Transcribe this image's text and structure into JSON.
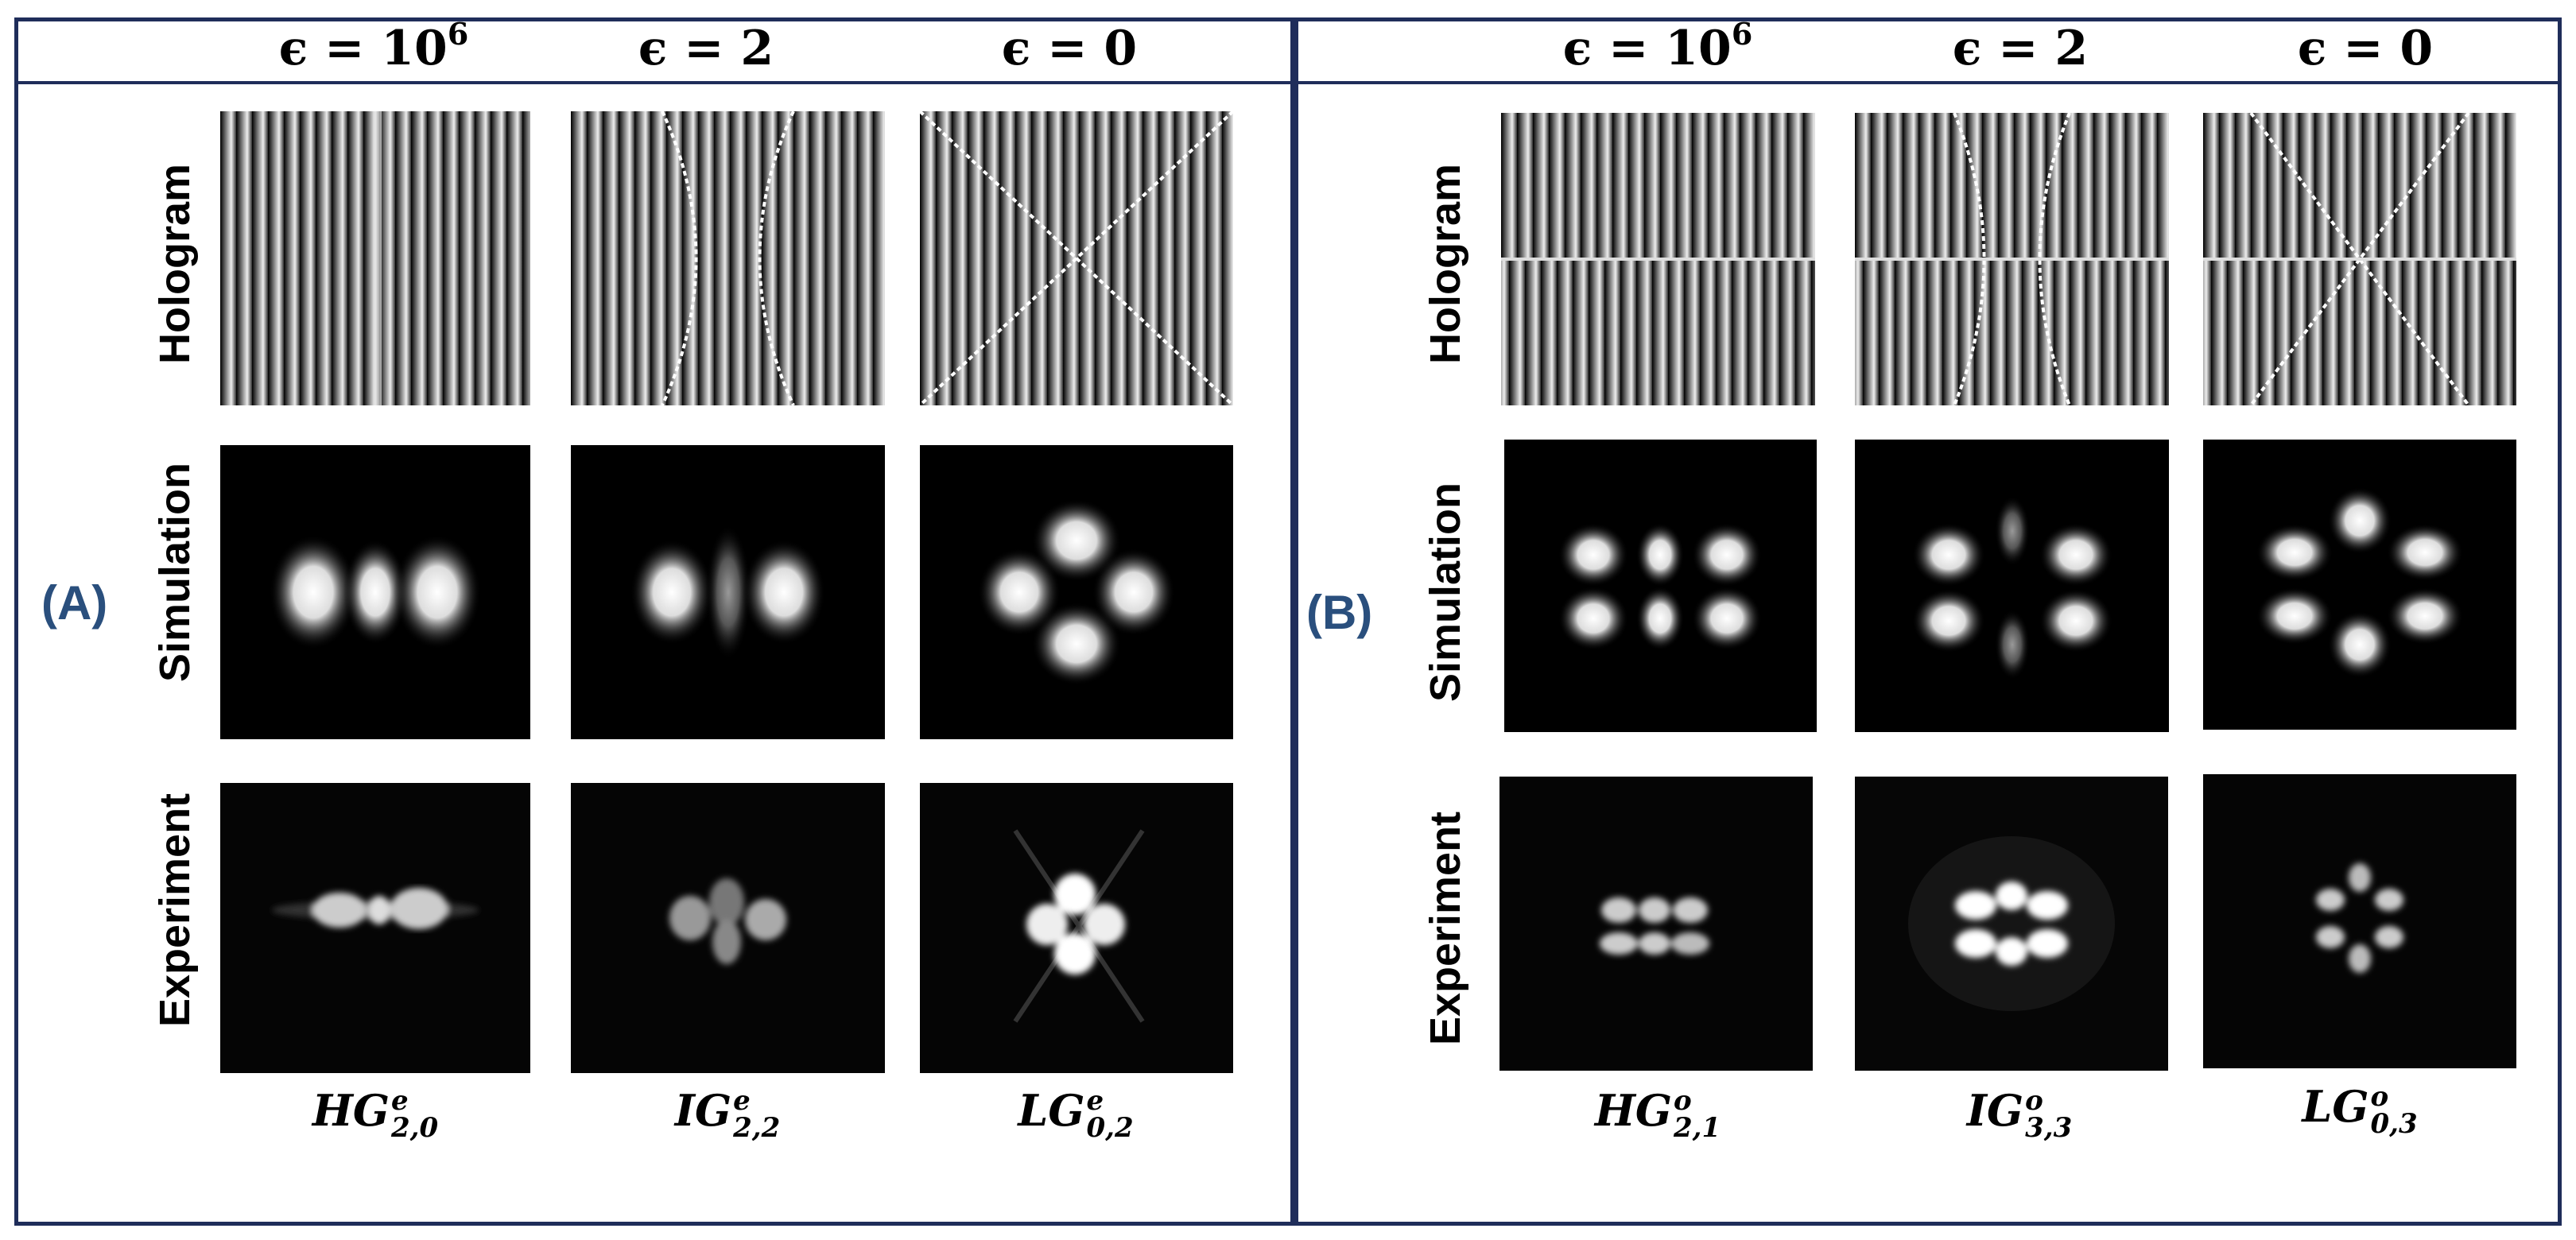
{
  "panels": [
    {
      "label": "(A)",
      "epsilon_headers": [
        {
          "prefix": "ϵ = 10",
          "sup": "6"
        },
        {
          "prefix": "ϵ = 2",
          "sup": ""
        },
        {
          "prefix": "ϵ = 0",
          "sup": ""
        }
      ],
      "row_labels": [
        "Hologram",
        "Simulation",
        "Experiment"
      ],
      "modes": [
        {
          "base": "HG",
          "sup": "e",
          "sub": "2,0"
        },
        {
          "base": "IG",
          "sup": "e",
          "sub": "2,2"
        },
        {
          "base": "LG",
          "sup": "e",
          "sub": "0,2"
        }
      ]
    },
    {
      "label": "(B)",
      "epsilon_headers": [
        {
          "prefix": "ϵ = 10",
          "sup": "6"
        },
        {
          "prefix": "ϵ = 2",
          "sup": ""
        },
        {
          "prefix": "ϵ = 0",
          "sup": ""
        }
      ],
      "row_labels": [
        "Hologram",
        "Simulation",
        "Experiment"
      ],
      "modes": [
        {
          "base": "HG",
          "sup": "o",
          "sub": "2,1"
        },
        {
          "base": "IG",
          "sup": "o",
          "sub": "3,3"
        },
        {
          "base": "LG",
          "sup": "o",
          "sub": "0,3"
        }
      ]
    }
  ],
  "colors": {
    "frame": "#1f2d5a",
    "panel_label": "#2a4f7d"
  }
}
